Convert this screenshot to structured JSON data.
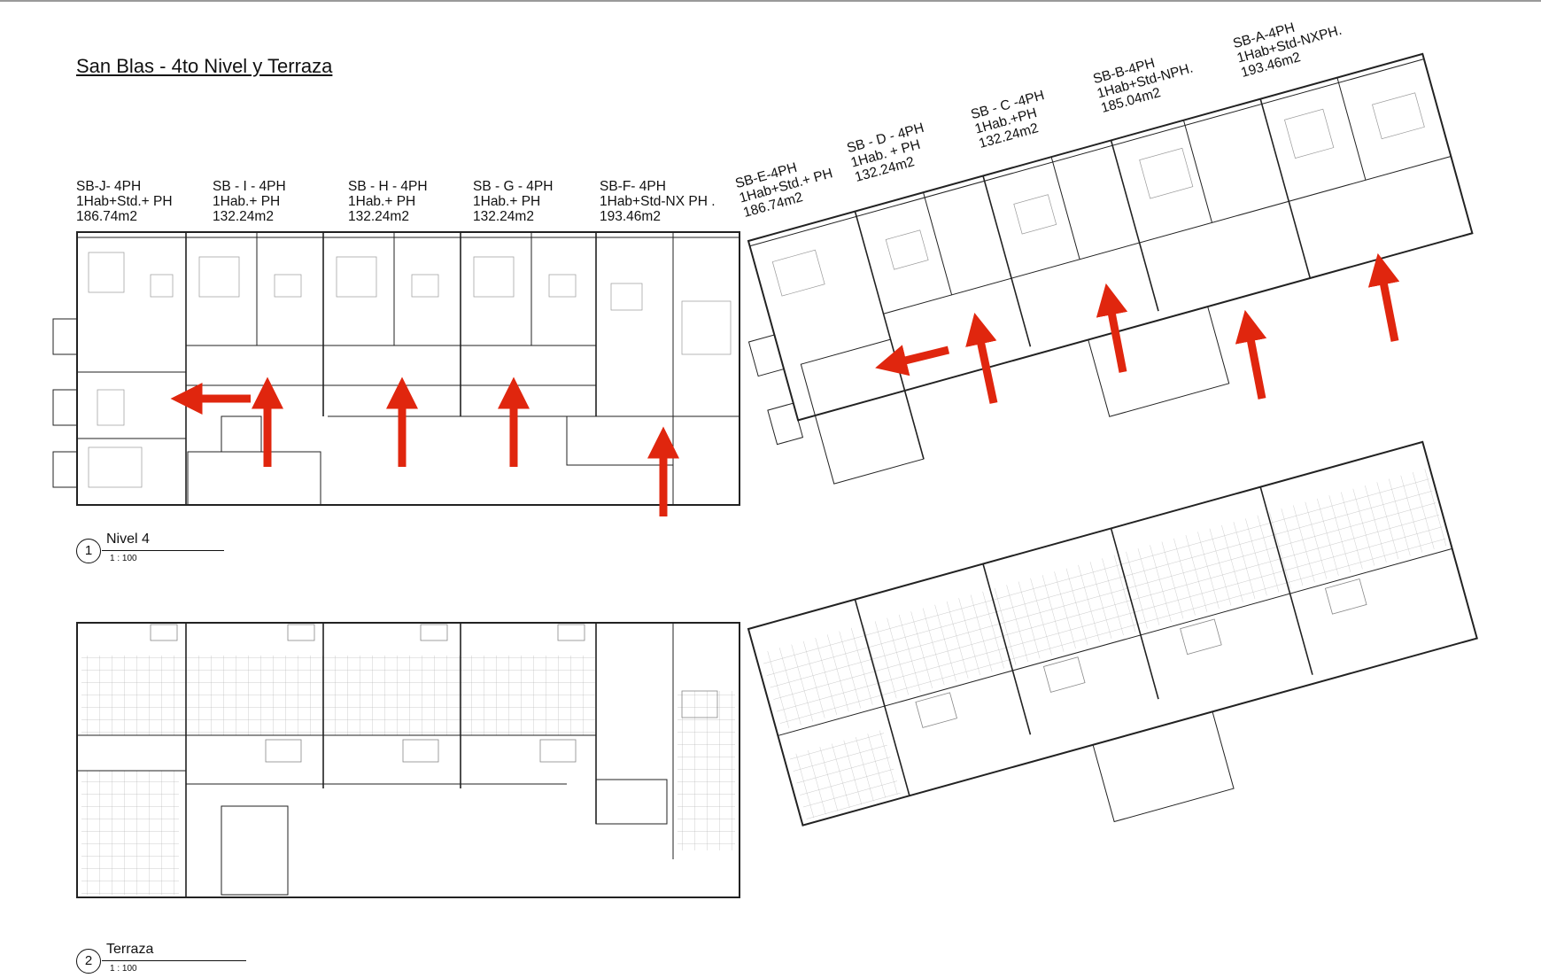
{
  "title": "San Blas - 4to Nivel y Terraza",
  "units_left": [
    {
      "code": "SB-J- 4PH",
      "type": "1Hab+Std.+ PH",
      "area": "186.74m2"
    },
    {
      "code": "SB - I - 4PH",
      "type": "1Hab.+ PH",
      "area": "132.24m2"
    },
    {
      "code": "SB - H - 4PH",
      "type": "1Hab.+ PH",
      "area": "132.24m2"
    },
    {
      "code": "SB - G - 4PH",
      "type": "1Hab.+ PH",
      "area": "132.24m2"
    },
    {
      "code": "SB-F- 4PH",
      "type": "1Hab+Std-NX PH .",
      "area": "193.46m2"
    }
  ],
  "units_right": [
    {
      "code": "SB-E-4PH",
      "type": "1Hab+Std.+ PH",
      "area": "186.74m2"
    },
    {
      "code": "SB - D - 4PH",
      "type": "1Hab. + PH",
      "area": "132.24m2"
    },
    {
      "code": "SB - C -4PH",
      "type": "1Hab.+PH",
      "area": "132.24m2"
    },
    {
      "code": "SB-B-4PH",
      "type": "1Hab+Std-NPH.",
      "area": "185.04m2"
    },
    {
      "code": "SB-A-4PH",
      "type": "1Hab+Std-NXPH.",
      "area": "193.46m2"
    }
  ],
  "views": [
    {
      "number": "1",
      "name": "Nivel 4",
      "scale": "1 : 100"
    },
    {
      "number": "2",
      "name": "Terraza",
      "scale": "1 : 100"
    }
  ],
  "colors": {
    "arrow": "#e0260e",
    "line": "#222222"
  }
}
